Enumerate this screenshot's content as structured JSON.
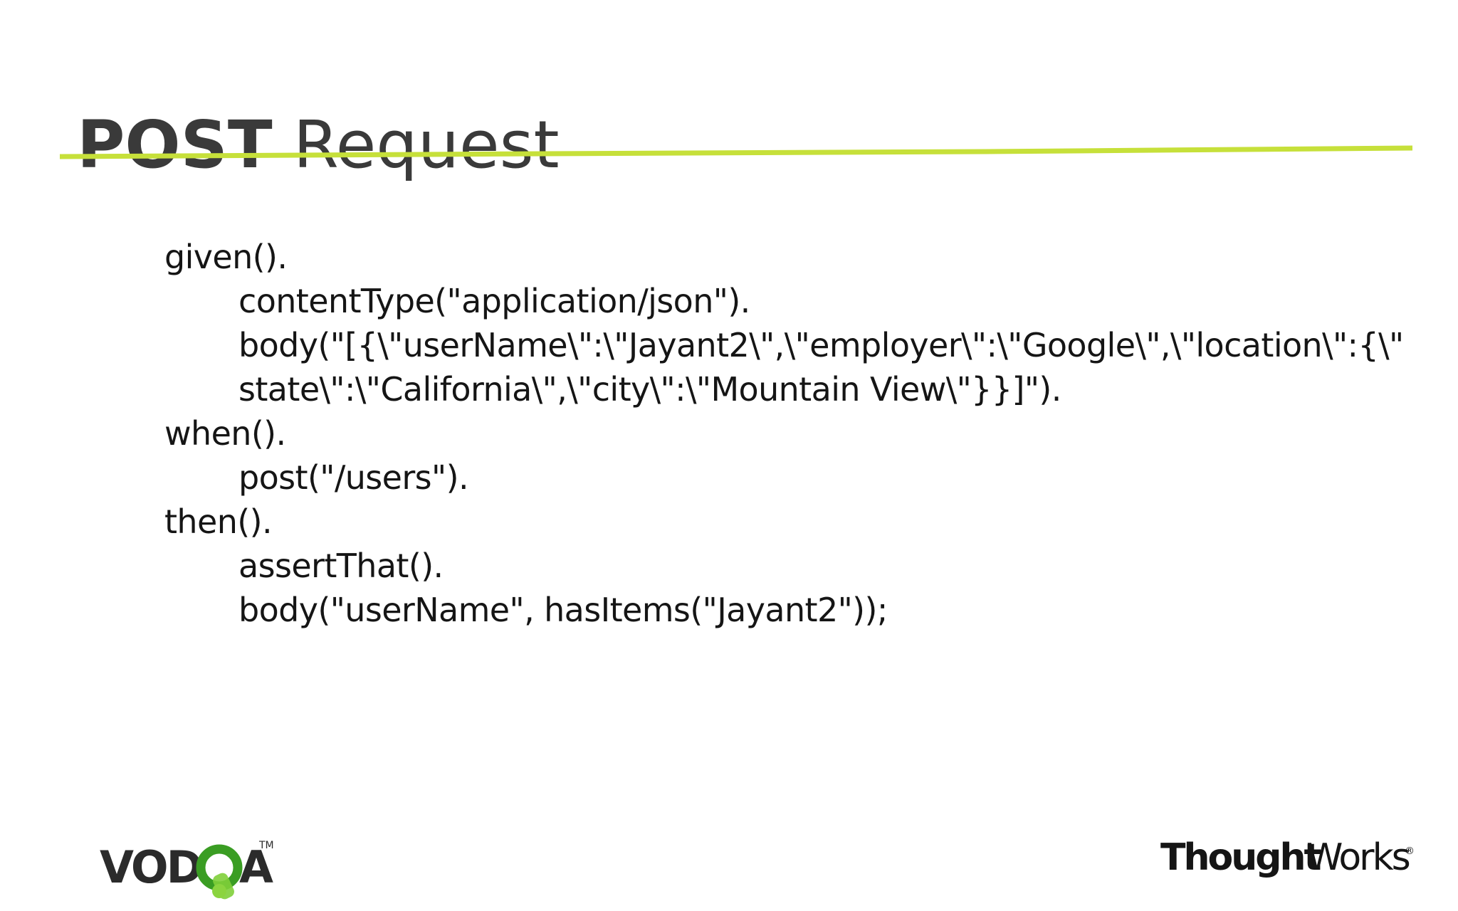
{
  "slide": {
    "title_bold": "POST",
    "title_rest": " Request"
  },
  "code": {
    "lines": [
      {
        "text": "given().",
        "indent": false
      },
      {
        "text": "contentType(\"application/json\").",
        "indent": true
      },
      {
        "text": "body(\"[{\\\"userName\\\":\\\"Jayant2\\\",\\\"employer\\\":\\\"Google\\\",\\\"location\\\":{\\\"",
        "indent": true
      },
      {
        "text": "state\\\":\\\"California\\\",\\\"city\\\":\\\"Mountain View\\\"}}]\").",
        "indent": true
      },
      {
        "text": "when().",
        "indent": false
      },
      {
        "text": "post(\"/users\").",
        "indent": true
      },
      {
        "text": "then().",
        "indent": false
      },
      {
        "text": "assertThat().",
        "indent": true
      },
      {
        "text": "body(\"userName\", hasItems(\"Jayant2\"));",
        "indent": true
      }
    ]
  },
  "footer": {
    "left_logo": {
      "text": "VODQA",
      "trademark": "TM",
      "accent_color": "#3a9d23"
    },
    "right_logo": {
      "text_bold": "Thought",
      "text_rest": "Works",
      "registered": "®"
    }
  },
  "colors": {
    "title_rule": "#c6e03a",
    "title_text": "#3a3a3a",
    "code_text": "#151515"
  }
}
